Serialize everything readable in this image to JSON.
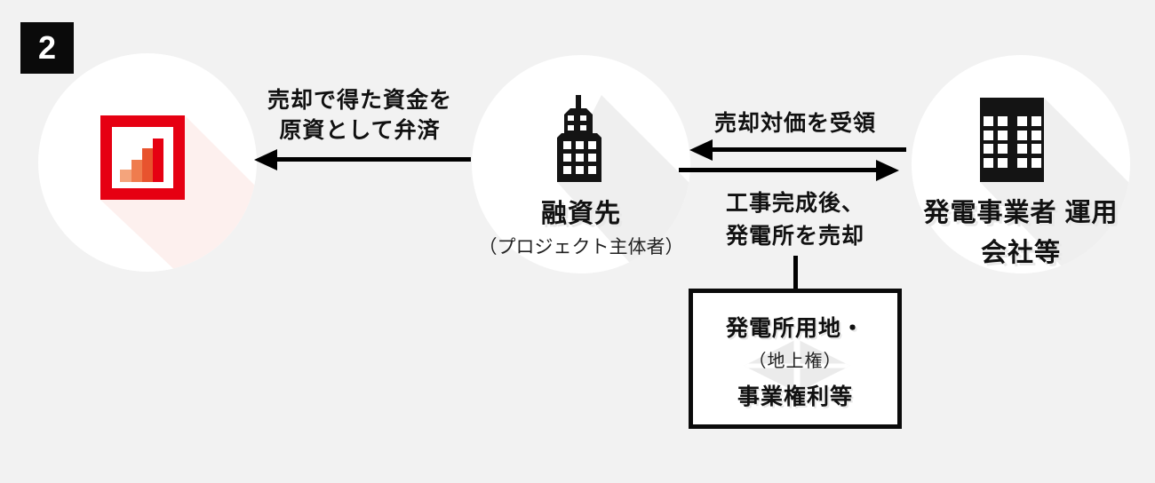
{
  "badge": {
    "value": "2"
  },
  "colors": {
    "background": "#f2f2f2",
    "circle": "#ffffff",
    "ink": "#111111",
    "arrow": "#000000",
    "logo_red": "#e60012",
    "logo_bar1": "#f4a47c",
    "logo_bar2": "#ef7c4e",
    "logo_bar3": "#e8532e",
    "logo_bar4": "#e60012",
    "long_shadow_gray": "#efefef",
    "long_shadow_pink": "#fdf0ee"
  },
  "nodes": {
    "funder": {
      "icon": "bar-chart-logo"
    },
    "lender": {
      "icon": "office-tower-icon",
      "title": "融資先",
      "subtitle": "（プロジェクト主体者）"
    },
    "operator": {
      "icon": "office-building-icon",
      "title_line1": "発電事業者",
      "title_line2": "運用会社等"
    }
  },
  "flows": {
    "repayment": {
      "direction": "left",
      "line1": "売却で得た資金を",
      "line2": "原資として弁済"
    },
    "proceeds": {
      "direction": "left",
      "label": "売却対価を受領"
    },
    "sale": {
      "direction": "right",
      "line1": "工事完成後、",
      "line2": "発電所を売却"
    }
  },
  "asset_box": {
    "line1": "発電所用地・",
    "line2": "（地上権）",
    "line3": "事業権利等",
    "watermark": "solar-panel-watermark"
  }
}
